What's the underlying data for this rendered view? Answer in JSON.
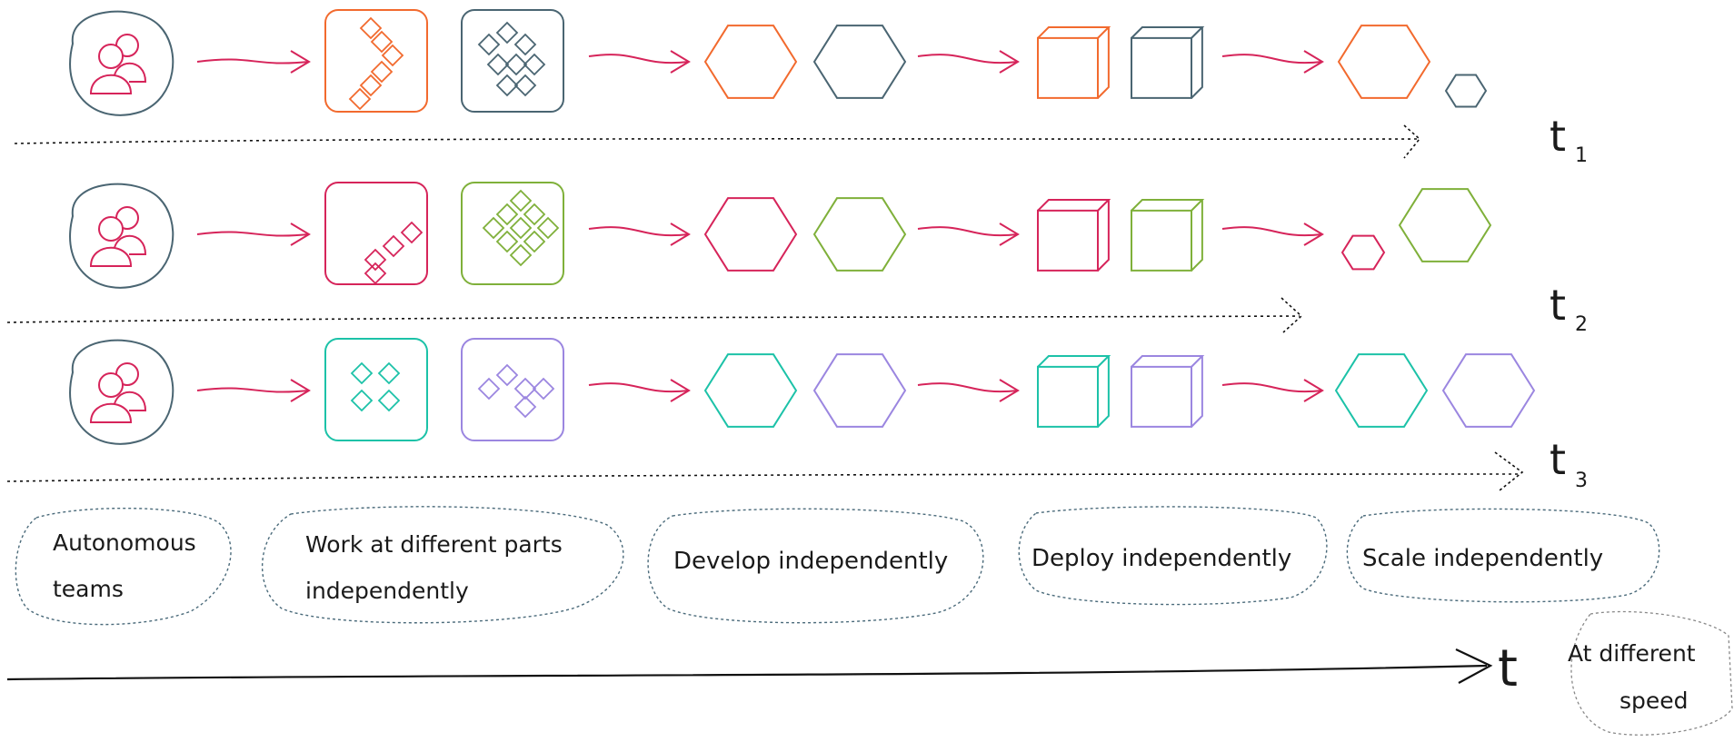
{
  "colors": {
    "team_outline": "#4a6572",
    "people": "#d6245a",
    "arrow": "#d6245a",
    "row1": [
      "#f26a2e",
      "#4a6572"
    ],
    "row2": [
      "#d6245a",
      "#7fb03a"
    ],
    "row3": [
      "#1cc2a8",
      "#9b86e0"
    ],
    "dotted_note": "#4a6a7a",
    "axis": "#111111"
  },
  "icons": [
    "people-icon",
    "diamond-grid-icon",
    "hexagon-icon",
    "cube-icon"
  ],
  "timelines": [
    {
      "label": "t",
      "sub": "1"
    },
    {
      "label": "t",
      "sub": "2"
    },
    {
      "label": "t",
      "sub": "3"
    }
  ],
  "captions": {
    "teams": [
      "Autonomous",
      "teams"
    ],
    "parts": [
      "Work at different parts",
      "independently"
    ],
    "develop": "Develop independently",
    "deploy": "Deploy independently",
    "scale": "Scale independently"
  },
  "axis": {
    "label": "t",
    "note": [
      "At different",
      "speed"
    ]
  }
}
